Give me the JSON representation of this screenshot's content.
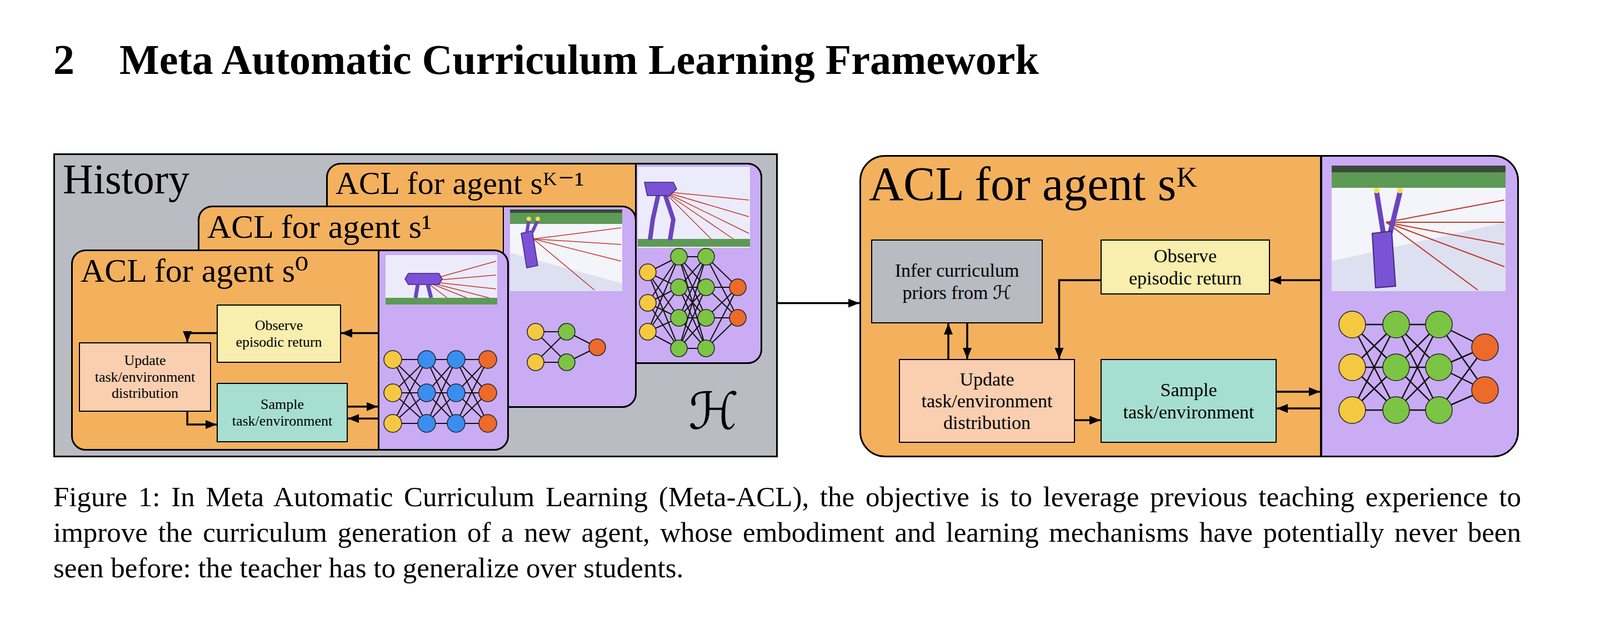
{
  "diagram": {
    "title": "Meta Automatic Curriculum Learning Framework",
    "caption": "Figure 1: In Meta Automatic Curriculum Learning (Meta-ACL), the objective is to leverage previous teaching experience to improve the curriculum generation of a new agent, whose embodiment and learning mechanisms have potentially never been seen before: the teacher has to generalize over students.",
    "nodes": [
      {
        "text": [
          "History",
          "ℋ"
        ]
      },
      {
        "text": [
          "ACL for agent sᴷ⁻¹"
        ],
        "in": 0
      },
      {
        "text": [
          "ACL for agent s¹"
        ],
        "in": 0
      },
      {
        "text": [
          "ACL for agent s⁰"
        ],
        "in": 0
      },
      {
        "text": [
          "Observe episodic return"
        ],
        "in": 3
      },
      {
        "text": [
          "Update task/environment distribution"
        ],
        "in": 3
      },
      {
        "text": [
          "Sample task/environment"
        ],
        "in": 3
      },
      {
        "text": [
          "ACL for agent sᴷ"
        ]
      },
      {
        "text": [
          "Infer curriculum priors from ℋ"
        ],
        "in": 7
      },
      {
        "text": [
          "Observe episodic return"
        ],
        "in": 7
      },
      {
        "text": [
          "Update task/environment distribution"
        ],
        "in": 7
      },
      {
        "text": [
          "Sample task/environment"
        ],
        "in": 7
      }
    ],
    "edges": [
      {
        "from": 0,
        "to": 7,
        "arrow": "to"
      },
      {
        "from": 4,
        "to": 5,
        "arrow": "to"
      },
      {
        "from": 5,
        "to": 6,
        "arrow": "to"
      },
      {
        "from": 8,
        "to": 10,
        "arrow": "to"
      },
      {
        "from": 10,
        "to": 8,
        "arrow": "to"
      },
      {
        "from": 9,
        "to": 10,
        "arrow": "to"
      },
      {
        "from": 10,
        "to": 11,
        "arrow": "to"
      }
    ],
    "labels": [
      "2"
    ]
  }
}
